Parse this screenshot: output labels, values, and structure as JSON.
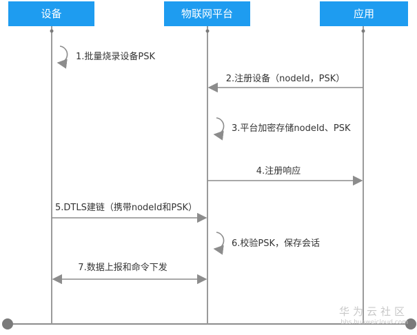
{
  "participants": [
    {
      "id": "device",
      "label": "设备"
    },
    {
      "id": "iot",
      "label": "物联网平台"
    },
    {
      "id": "app",
      "label": "应用"
    }
  ],
  "messages": [
    {
      "id": "m1",
      "label": "1.批量烧录设备PSK",
      "from": "device",
      "to": "device",
      "type": "self"
    },
    {
      "id": "m2",
      "label": "2.注册设备（nodeId，PSK）",
      "from": "app",
      "to": "iot",
      "type": "arrow"
    },
    {
      "id": "m3",
      "label": "3.平台加密存储nodeId、PSK",
      "from": "iot",
      "to": "iot",
      "type": "self"
    },
    {
      "id": "m4",
      "label": "4.注册响应",
      "from": "iot",
      "to": "app",
      "type": "arrow"
    },
    {
      "id": "m5",
      "label": "5.DTLS建链（携带nodeId和PSK）",
      "from": "device",
      "to": "iot",
      "type": "arrow"
    },
    {
      "id": "m6",
      "label": "6.校验PSK，保存会话",
      "from": "iot",
      "to": "iot",
      "type": "self"
    },
    {
      "id": "m7",
      "label": "7.数据上报和命令下发",
      "from": "device",
      "to": "iot",
      "type": "double"
    }
  ],
  "watermark": {
    "brand": "华为云社区",
    "url": "bbs.huaweicloud.com"
  },
  "colors": {
    "header_bg": "#1e9cf0",
    "header_text": "#ffffff",
    "line": "#8c8c8c",
    "lifeline": "#9a9a9a",
    "text": "#333333",
    "watermark": "#c8c8c8",
    "dot": "#7a7a7a"
  }
}
